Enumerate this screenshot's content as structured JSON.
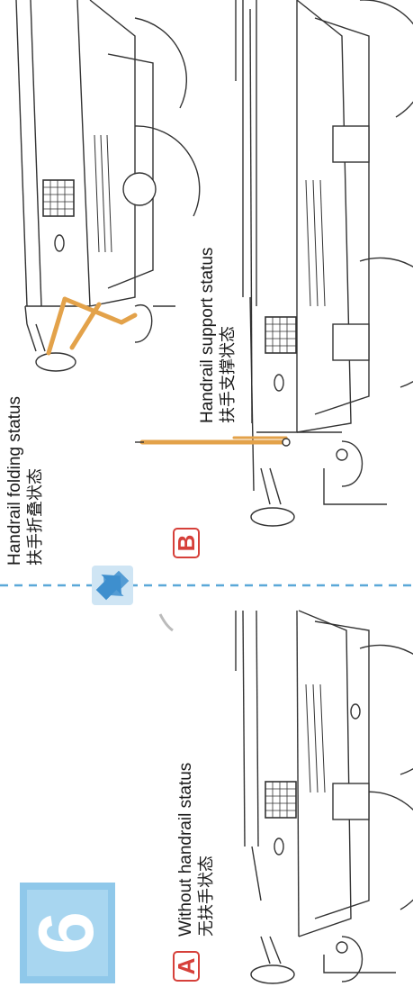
{
  "step": {
    "number": "6"
  },
  "panels": [
    {
      "badge": "A",
      "label_en": "Without handrail status",
      "label_zh": "无扶手状态"
    },
    {
      "badge": "B",
      "label_en": "Handrail support status",
      "label_zh": "扶手支撑状态"
    }
  ],
  "callout": {
    "label_en": "Handrail folding status",
    "label_zh": "扶手折叠状态"
  },
  "icons": {
    "switch": "swap-arrows-icon"
  },
  "colors": {
    "handrail": "#e3a24a",
    "badge": "#d6403a",
    "step_block": "#8fc8ea",
    "divider": "#5aa8d8",
    "line": "#333333"
  }
}
